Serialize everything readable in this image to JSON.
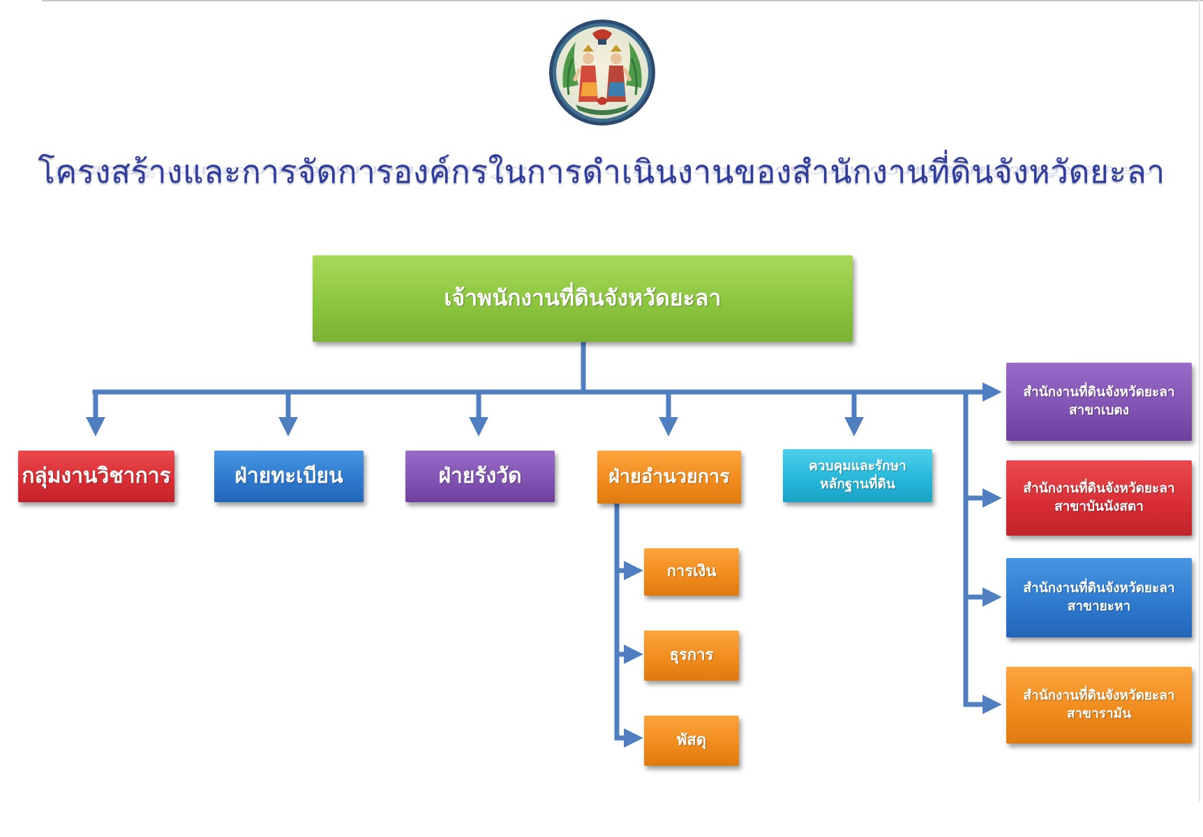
{
  "title": "โครงสร้างและการจัดการองค์กรในการดำเนินงานของสำนักงานที่ดินจังหวัดยะลา",
  "head": "เจ้าพนักงานที่ดินจังหวัดยะลา",
  "departments": [
    "กลุ่มงานวิชาการ",
    "ฝ่ายทะเบียน",
    "ฝ่ายรังวัด",
    "ฝ่ายอำนวยการ",
    "ควบคุมและรักษา\nหลักฐานที่ดิน"
  ],
  "admin_units": [
    "การเงิน",
    "ธุรการ",
    "พัสดุ"
  ],
  "branches": [
    "สำนักงานที่ดินจังหวัดยะลา\nสาขาเบตง",
    "สำนักงานที่ดินจังหวัดยะลา\nสาขาบันนังสตา",
    "สำนักงานที่ดินจังหวัดยะลา\nสาขายะหา",
    "สำนักงานที่ดินจังหวัดยะลา\nสาขารามัน"
  ],
  "colors": {
    "connector": "#4f7fc1",
    "title": "#2f3d9e",
    "head": "#8cc63f",
    "red": "#d62d33",
    "blue": "#2d78cd",
    "purple": "#7f51b1",
    "orange": "#f08a1c",
    "cyan": "#24b6d9"
  }
}
